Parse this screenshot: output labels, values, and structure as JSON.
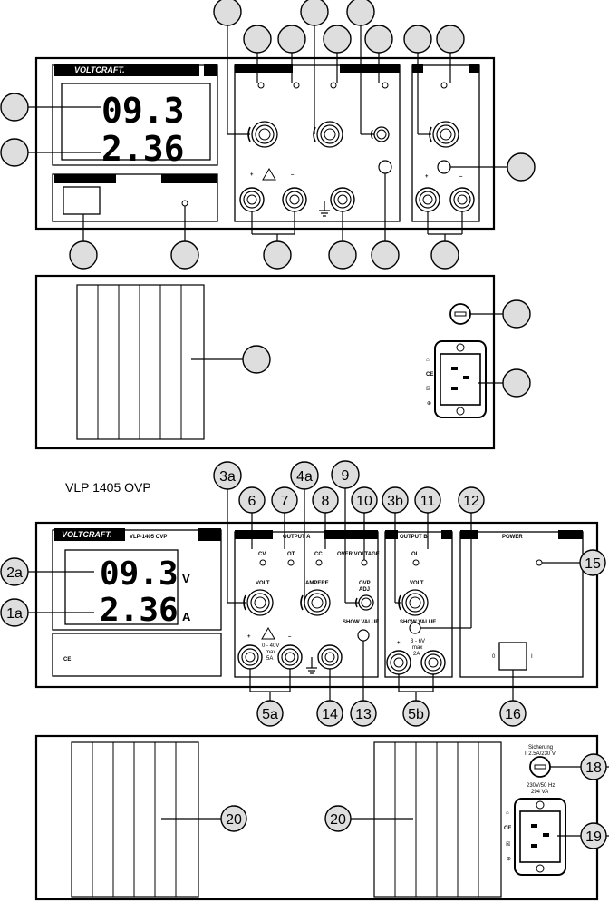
{
  "model_title": "VLP 1405 OVP",
  "brand": "VOLTCRAFT.",
  "brand_model": "VLP-1405 OVP",
  "display": {
    "voltage": "09.3",
    "current": "2.36",
    "unit_v": "V",
    "unit_a": "A"
  },
  "ce_mark": "CE",
  "output_a": {
    "title": "OUTPUT A",
    "cv": "CV",
    "ot": "OT",
    "cc": "CC",
    "over_voltage": "OVER VOLTAGE",
    "volt": "VOLT",
    "ampere": "AMPERE",
    "ovp_adj_1": "OVP",
    "ovp_adj_2": "ADJ",
    "show_value": "SHOW VALUE",
    "plus": "+",
    "minus": "–",
    "range_1": "0 - 40V",
    "range_2": "max",
    "range_3": "5A"
  },
  "output_b": {
    "title": "OUTPUT B",
    "ol": "OL",
    "volt": "VOLT",
    "show_value": "SHOW VALUE",
    "plus": "+",
    "minus": "–",
    "range_1": "3 - 6V",
    "range_2": "max",
    "range_3": "2A"
  },
  "power": {
    "title": "POWER",
    "off": "0",
    "on": "I"
  },
  "rear": {
    "fuse_1": "Sicherung",
    "fuse_2": "T 2.5A/230 V",
    "mains_1": "230V/50 Hz",
    "mains_2": "294 VA"
  },
  "callouts": {
    "c1a": "1a",
    "c2a": "2a",
    "c3a": "3a",
    "c4a": "4a",
    "c5a": "5a",
    "c5b": "5b",
    "c3b": "3b",
    "c6": "6",
    "c7": "7",
    "c8": "8",
    "c9": "9",
    "c10": "10",
    "c11": "11",
    "c12": "12",
    "c13": "13",
    "c14": "14",
    "c15": "15",
    "c16": "16",
    "c18": "18",
    "c19": "19",
    "c20": "20"
  }
}
